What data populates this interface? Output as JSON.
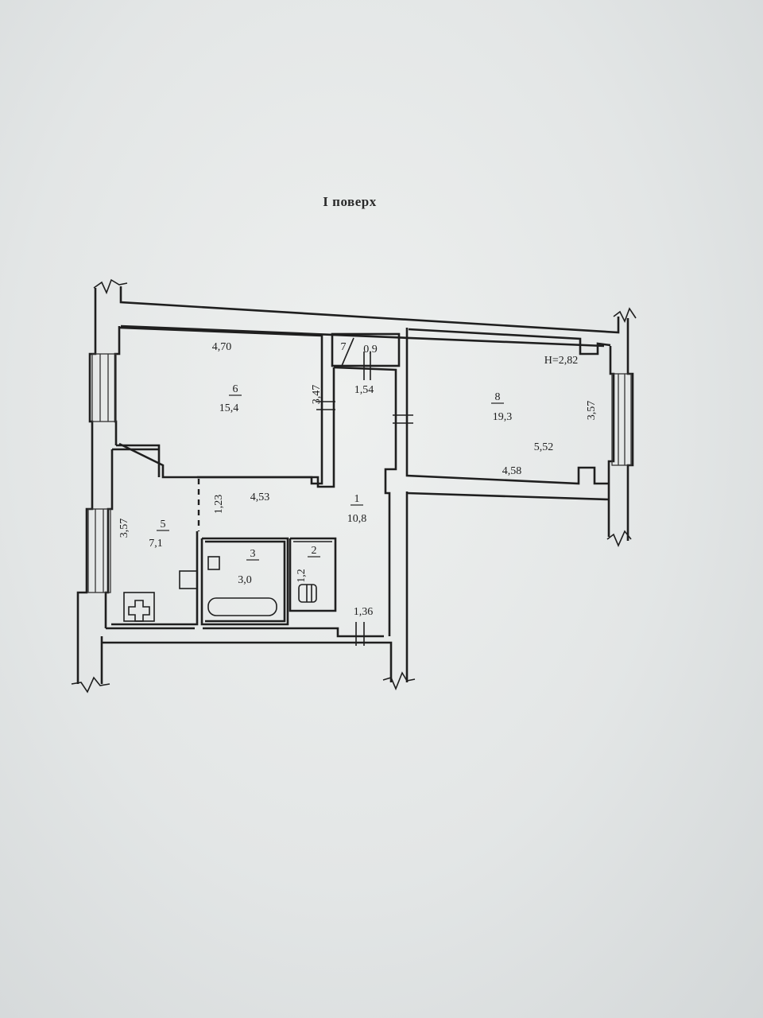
{
  "floor_title": "I поверх",
  "ceiling_height": "H=2,82",
  "rooms": [
    {
      "id": "1",
      "area": "10,8"
    },
    {
      "id": "2",
      "area": "1,2"
    },
    {
      "id": "3",
      "area": "3,0"
    },
    {
      "id": "5",
      "area": "7,1"
    },
    {
      "id": "6",
      "area": "15,4"
    },
    {
      "id": "7",
      "area": "0,9"
    },
    {
      "id": "8",
      "area": "19,3"
    }
  ],
  "dimensions": {
    "room6_width": "4,70",
    "room6_depth": "3,47",
    "room7_width": "1,54",
    "room8_depth_right": "3,57",
    "room8_diagonal": "5,52",
    "room8_width": "4,58",
    "corridor_length": "4,53",
    "corridor_depth": "1,23",
    "room5_depth": "3,57",
    "room1_width": "1,36"
  }
}
